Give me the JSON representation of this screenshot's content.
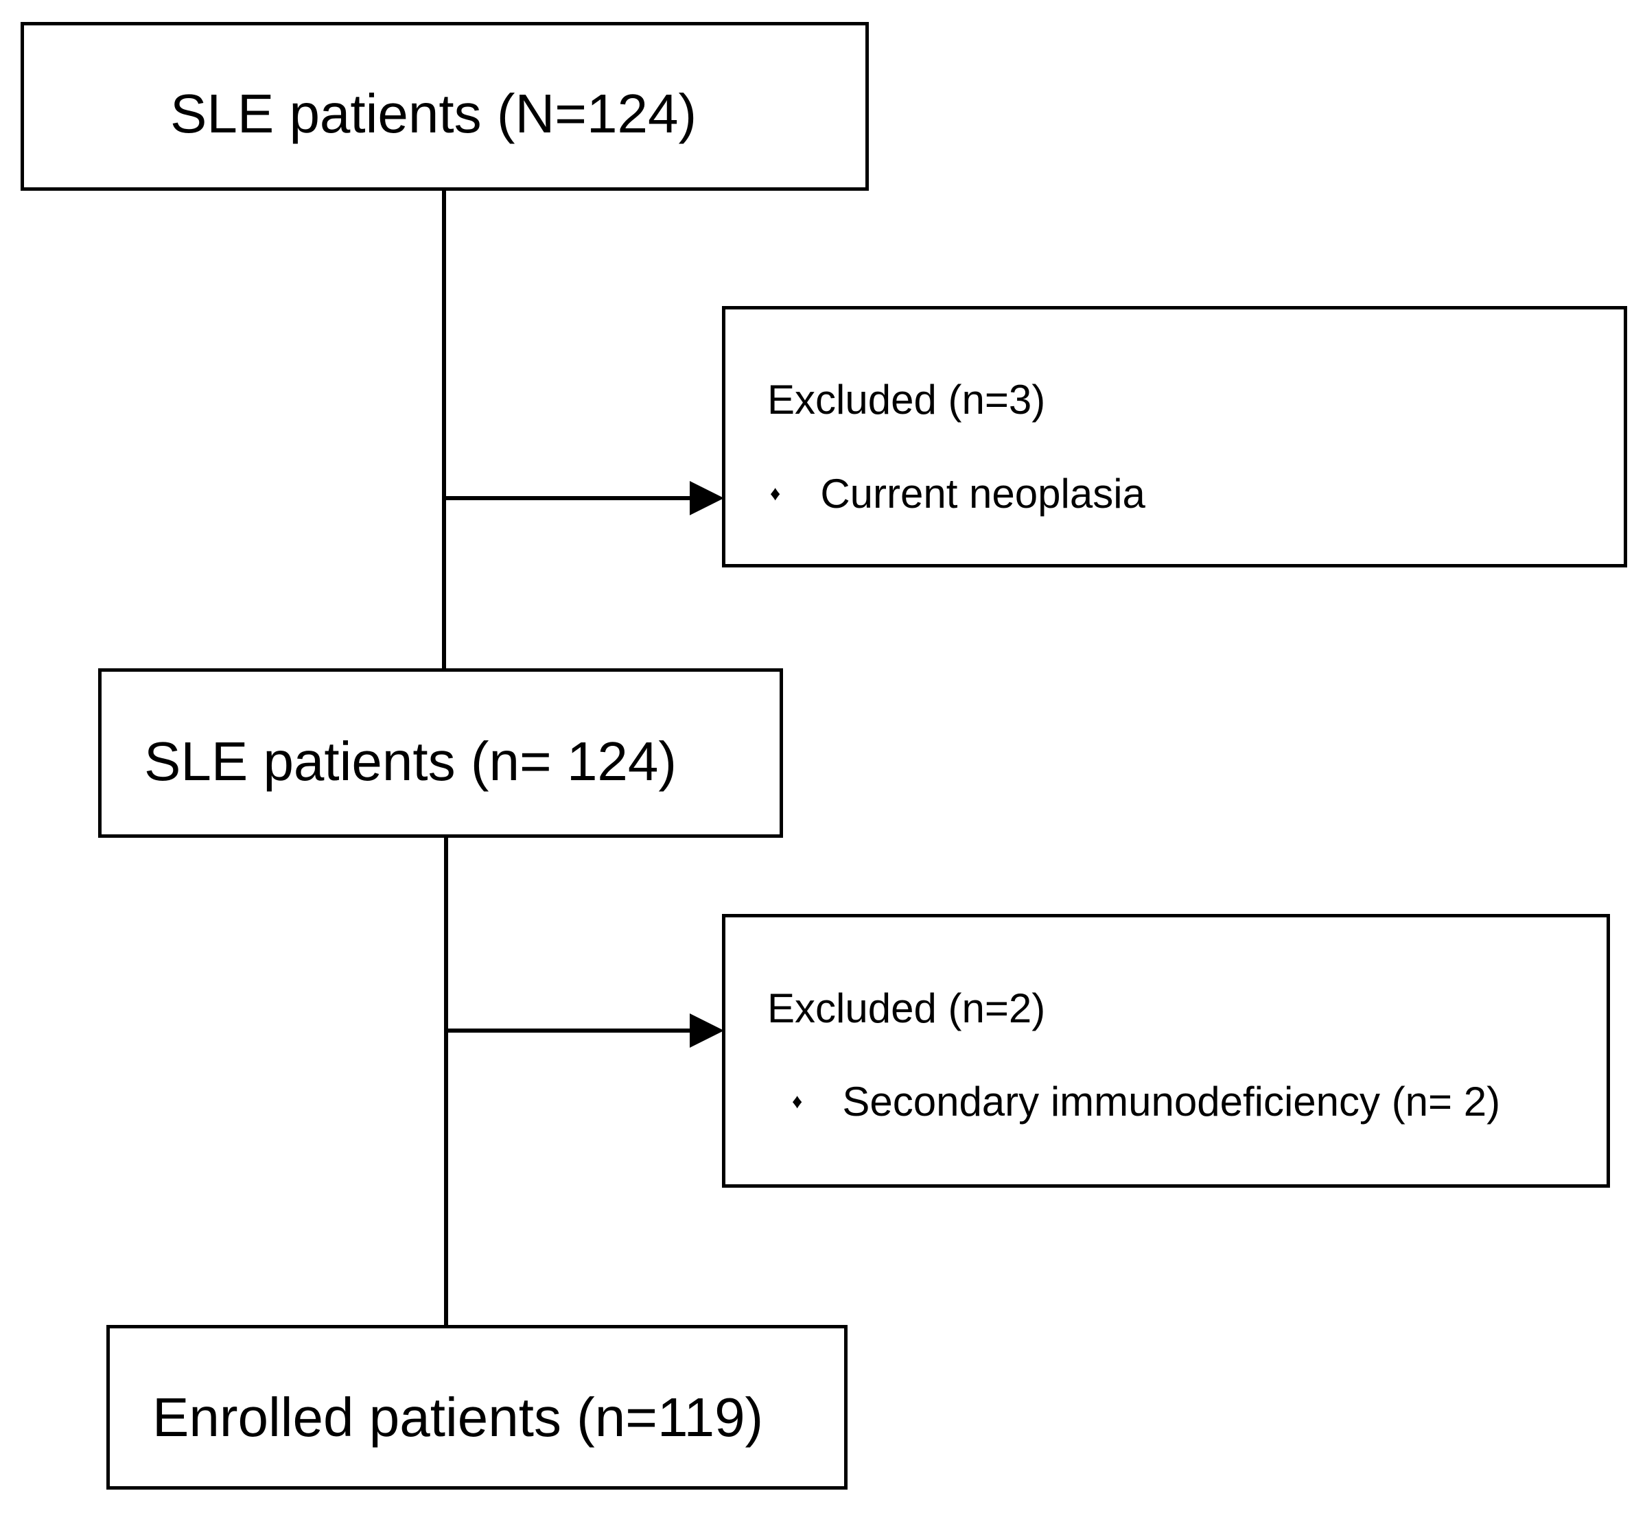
{
  "flowchart": {
    "box1": {
      "label": "SLE patients (N=124)"
    },
    "exclusion1": {
      "heading": "Excluded (n=3)",
      "bullet_symbol": "♦",
      "items": [
        "Current neoplasia"
      ]
    },
    "box2": {
      "label": "SLE patients (n= 124)"
    },
    "exclusion2": {
      "heading": "Excluded (n=2)",
      "bullet_symbol": "♦",
      "items": [
        "Secondary immunodeficiency (n= 2)"
      ]
    },
    "box3": {
      "label": "Enrolled patients (n=119)"
    },
    "colors": {
      "stroke": "#000000",
      "background": "#ffffff"
    }
  }
}
